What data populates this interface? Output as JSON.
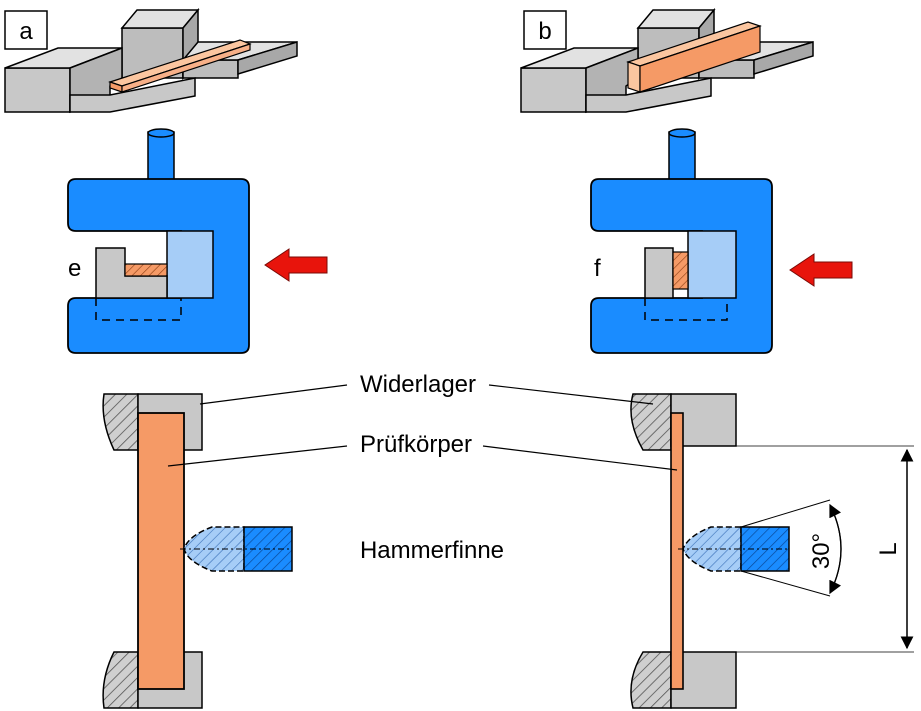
{
  "panels": {
    "a": {
      "label": "a"
    },
    "b": {
      "label": "b"
    }
  },
  "fixtures": {
    "e": {
      "label": "e"
    },
    "f": {
      "label": "f"
    }
  },
  "annotations": {
    "support": "Widerlager",
    "specimen": "Prüfkörper",
    "hammer": "Hammerfinne",
    "angle": "30°",
    "span": "L"
  },
  "colors": {
    "machine_blue": "#1a8cff",
    "jaw_light_blue": "#a6cdf7",
    "specimen_orange": "#f59a66",
    "specimen_light": "#fbc6a0",
    "steel_gray": "#c8c8c8",
    "arrow_red": "#e8140c",
    "hatch_dark": "#555555"
  }
}
